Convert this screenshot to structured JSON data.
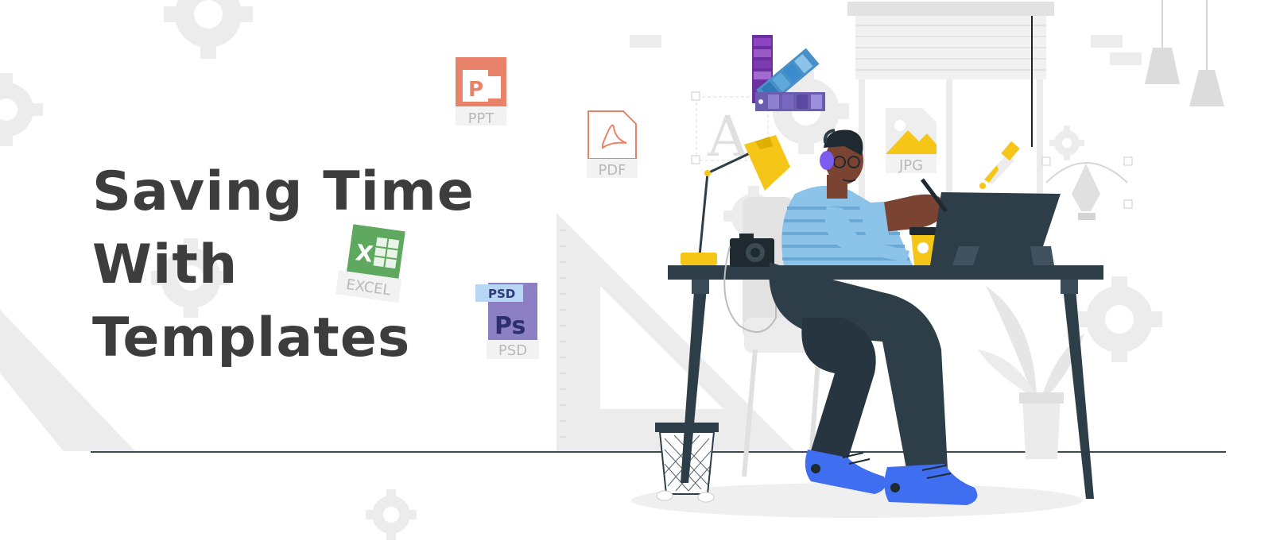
{
  "headline": {
    "line1": "Saving Time",
    "line2": "With",
    "line3": "Templates"
  },
  "file_icons": {
    "ppt": {
      "label": "PPT",
      "glyph": "P",
      "color": "#e8836a"
    },
    "pdf": {
      "label": "PDF",
      "color": "#e8836a"
    },
    "excel": {
      "label": "EXCEL",
      "glyph": "X",
      "color": "#5fa85f"
    },
    "psd": {
      "label": "PSD",
      "tag": "PSD",
      "glyph": "Ps",
      "color": "#8c7fc4"
    },
    "jpg": {
      "label": "JPG",
      "color": "#f5c518"
    }
  },
  "canvas_letter": "A",
  "colors": {
    "headline": "#3d3d3d",
    "light_gray": "#e9e9e9",
    "desk": "#2d3e48",
    "shirt": "#8cc3e8",
    "shoes": "#3f6ef0",
    "lamp": "#f5c518",
    "skin": "#7a4332"
  }
}
